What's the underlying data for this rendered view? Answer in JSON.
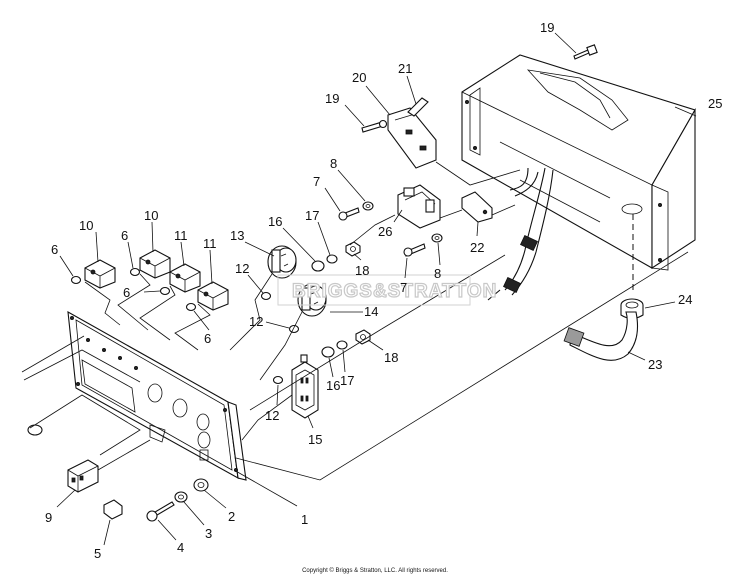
{
  "watermark": "BRIGGS&STRATTON",
  "copyright": "Copyright © Briggs & Stratton, LLC. All rights reserved.",
  "callouts": [
    "1",
    "2",
    "3",
    "4",
    "5",
    "6",
    "6",
    "6",
    "6",
    "7",
    "7",
    "8",
    "8",
    "9",
    "10",
    "10",
    "11",
    "11",
    "12",
    "12",
    "12",
    "13",
    "14",
    "15",
    "16",
    "16",
    "17",
    "17",
    "18",
    "18",
    "19",
    "19",
    "20",
    "21",
    "22",
    "23",
    "24",
    "25",
    "26"
  ]
}
